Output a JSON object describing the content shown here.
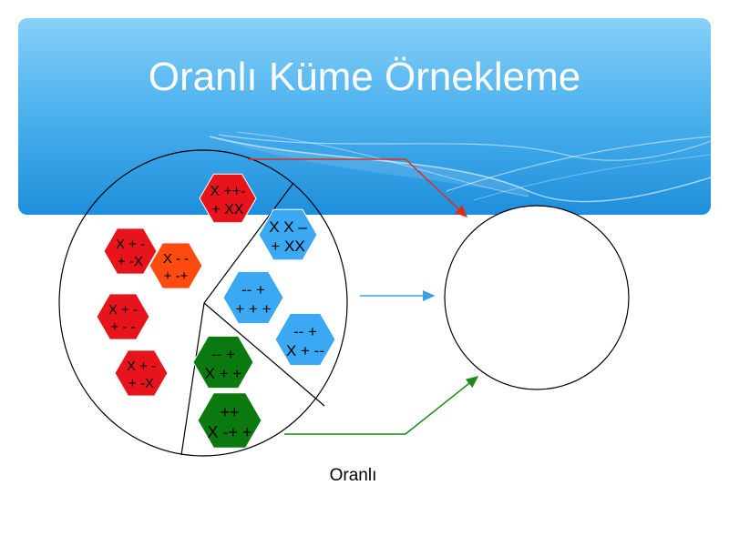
{
  "title": "Oranlı Küme Örnekleme",
  "caption": "Oranlı",
  "colors": {
    "red_group": "#e8141c",
    "orange_group": "#ff4a10",
    "blue_group": "#3aa8f2",
    "green_group": "#0a7a10",
    "red_arrow": "#d9301e",
    "blue_arrow": "#3aa0e8",
    "green_arrow": "#1a8a1a"
  },
  "hexagons": [
    {
      "group": "red",
      "line1": "X ++-",
      "line2": "+ XX"
    },
    {
      "group": "red",
      "line1": "X + -",
      "line2": "+ -X"
    },
    {
      "group": "orange",
      "line1": "X - -",
      "line2": "+ -+"
    },
    {
      "group": "red",
      "line1": "X + -",
      "line2": "+ - -"
    },
    {
      "group": "red",
      "line1": "X + -",
      "line2": "+ -X"
    },
    {
      "group": "blue",
      "line1": "X X –",
      "line2": "+ XX"
    },
    {
      "group": "blue",
      "line1": "-- +",
      "line2": "+ + +"
    },
    {
      "group": "blue",
      "line1": "-- +",
      "line2": "X + --"
    },
    {
      "group": "green",
      "line1": "-- +",
      "line2": "X + +"
    },
    {
      "group": "green",
      "line1": "++",
      "line2": "X -+ +"
    }
  ]
}
